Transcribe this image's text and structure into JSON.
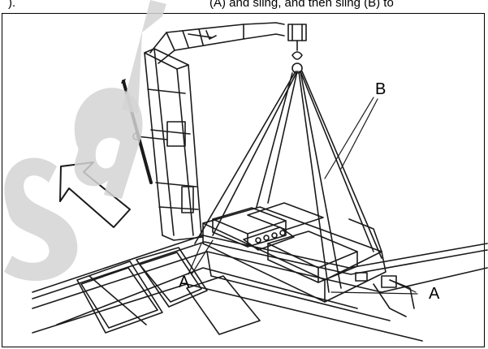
{
  "caption": {
    "left_fragment": ").",
    "right_fragment": "(A) and sling, and then sling (B) to"
  },
  "callouts": {
    "label_b": "B",
    "label_a_left": "A",
    "label_a_right": "A"
  },
  "watermark": {
    "text": "Sal",
    "color": "#000000"
  },
  "colors": {
    "line": "#1a1a1a",
    "background": "#ffffff"
  }
}
